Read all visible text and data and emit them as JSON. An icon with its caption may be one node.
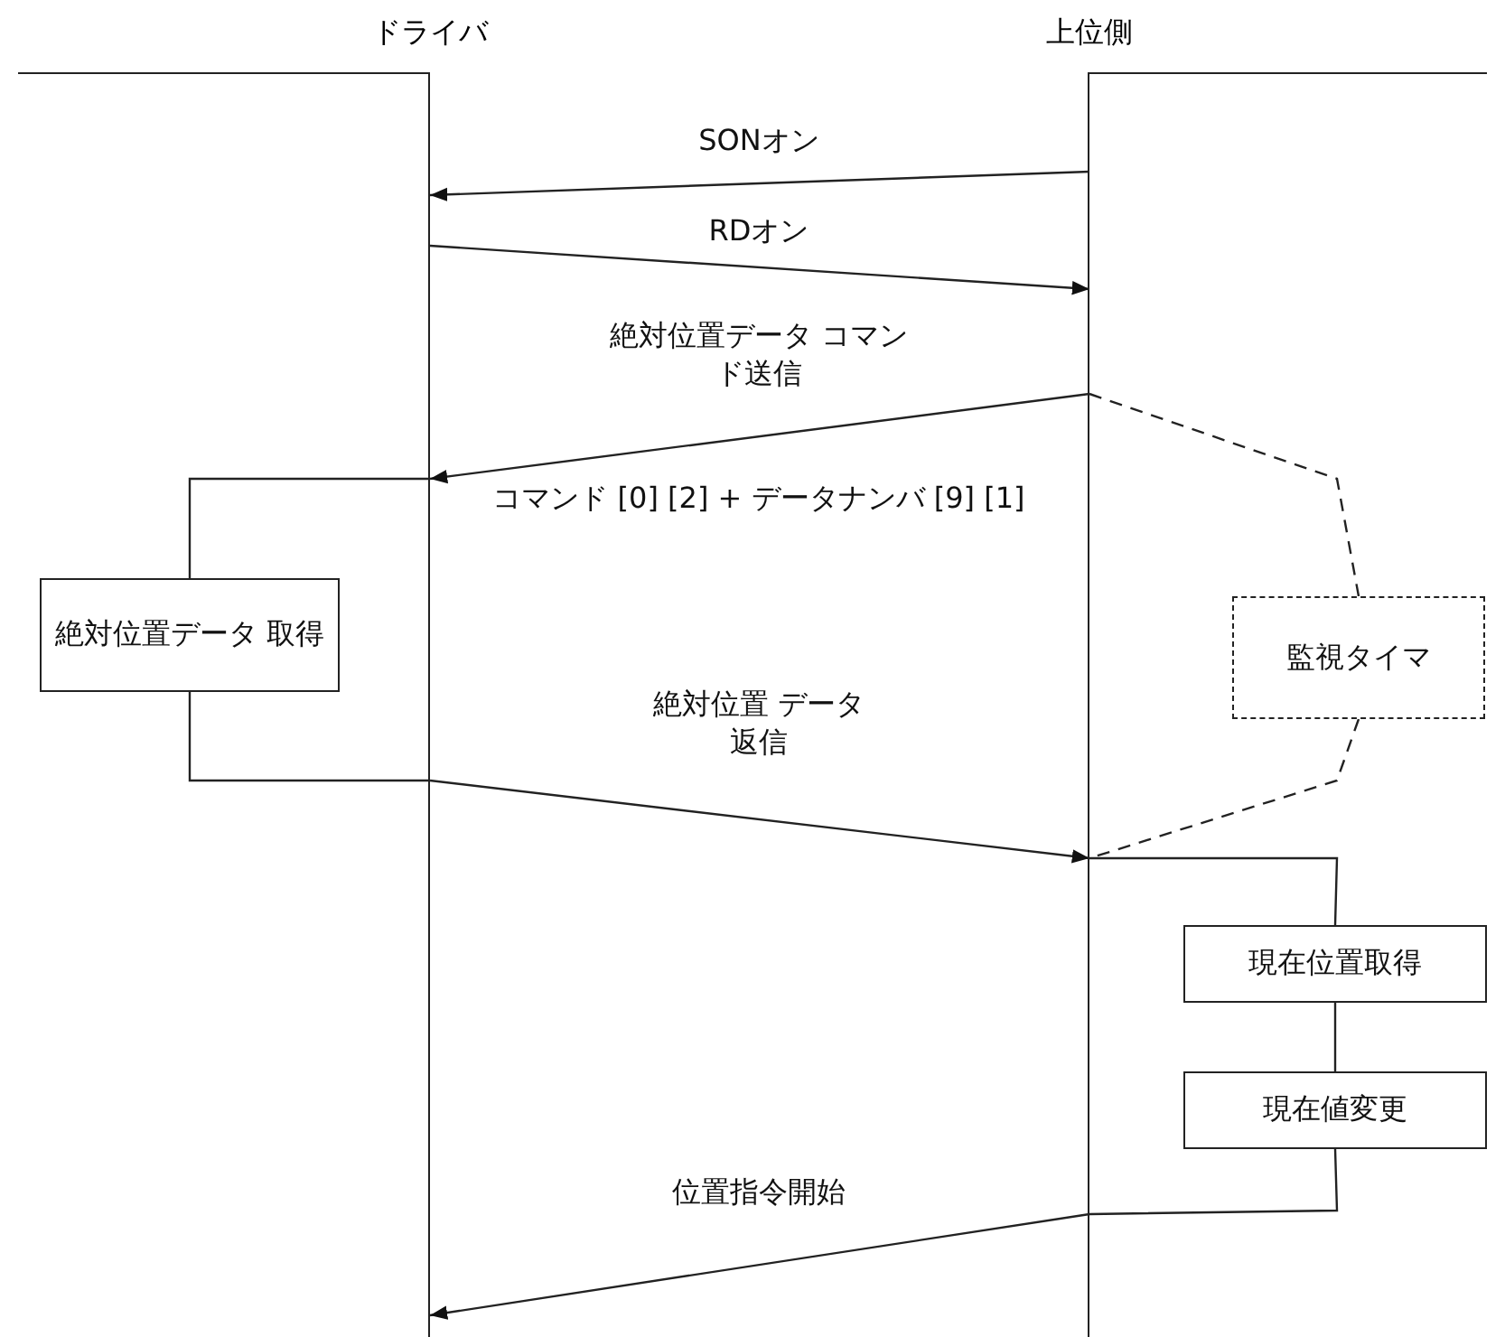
{
  "diagram": {
    "nodes": [
      {
        "text": [
          "ドライバ"
        ]
      },
      {
        "text": [
          "上位側"
        ]
      },
      {
        "text": [
          "絶対位置データ 取得"
        ]
      },
      {
        "text": [
          "監視タイマ"
        ]
      },
      {
        "text": [
          "現在位置取得"
        ]
      },
      {
        "text": [
          "現在値変更"
        ]
      }
    ],
    "edges": [
      {
        "from": 1,
        "to": 0,
        "arrow": "to",
        "label": "SONオン"
      },
      {
        "from": 0,
        "to": 1,
        "arrow": "to",
        "label": "RDオン"
      },
      {
        "from": 1,
        "to": 0,
        "arrow": "to",
        "label": "絶対位置データ コマンド送信"
      },
      {
        "from": 0,
        "to": 2,
        "arrow": "none"
      },
      {
        "from": 2,
        "to": 0,
        "arrow": "none"
      },
      {
        "from": 0,
        "to": 1,
        "arrow": "to",
        "label": "絶対位置 データ返信"
      },
      {
        "from": 1,
        "to": 3,
        "arrow": "none",
        "style": "dashed"
      },
      {
        "from": 3,
        "to": 1,
        "arrow": "none",
        "style": "dashed"
      },
      {
        "from": 1,
        "to": 4,
        "arrow": "none"
      },
      {
        "from": 4,
        "to": 5,
        "arrow": "none"
      },
      {
        "from": 5,
        "to": 1,
        "arrow": "none"
      },
      {
        "from": 1,
        "to": 0,
        "arrow": "to",
        "label": "位置指令開始"
      }
    ],
    "labels": [
      "コマンド [0] [2] + データナンバ [9] [1]"
    ]
  }
}
